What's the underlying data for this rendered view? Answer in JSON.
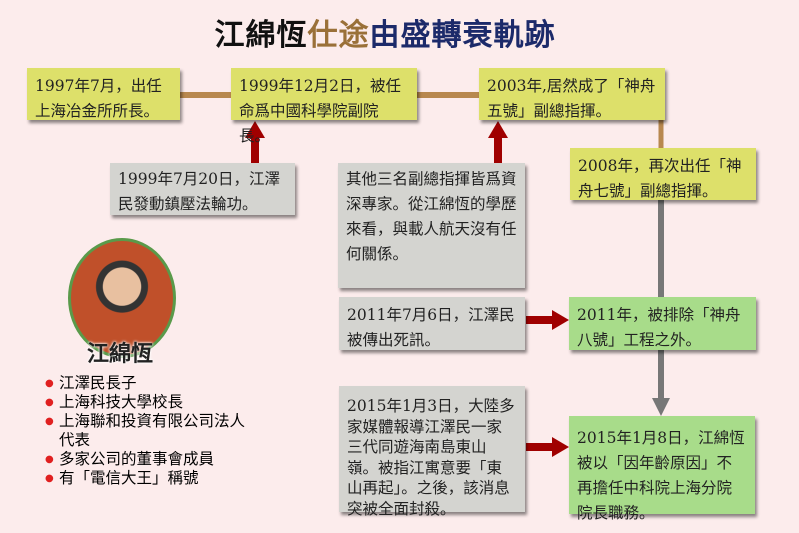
{
  "title": {
    "part1": "江綿恆",
    "part2": "仕途",
    "part3": "由盛轉",
    "part4": "衰軌跡",
    "color1": "#111111",
    "color2": "#9a7038",
    "color3": "#1c2a6a"
  },
  "timeline": [
    {
      "text": "1997年7月，出任上海冶金所所長。"
    },
    {
      "text": "1999年12月2日，被任命爲中國科學院副院長。"
    },
    {
      "text": "2003年,居然成了「神舟五號」副總指揮。"
    },
    {
      "text": "2008年，再次出任「神舟七號」副總指揮。"
    },
    {
      "text": "2011年，被排除「神舟八號」工程之外。"
    },
    {
      "text": "2015年1月8日，江綿恆被以「因年齡原因」不再擔任中科院上海分院院長職務。"
    }
  ],
  "context": [
    {
      "text": "1999年7月20日，江澤民發動鎮壓法輪功。"
    },
    {
      "text": "其他三名副總指揮皆爲資深專家。從江綿恆的學歷來看，與載人航天沒有任何關係。"
    },
    {
      "text": "2011年7月6日，江澤民被傳出死訊。"
    },
    {
      "text": "2015年1月3日，大陸多家媒體報導江澤民一家三代同遊海南島東山嶺。被指江寓意要「東山再起」。之後，該消息突被全面封殺。"
    }
  ],
  "profile": {
    "name": "江綿恆",
    "facts": [
      "江澤民長子",
      "上海科技大學校長",
      "上海聯和投資有限公司法人代表",
      "多家公司的董事會成員",
      "有「電信大王」稱號"
    ]
  }
}
